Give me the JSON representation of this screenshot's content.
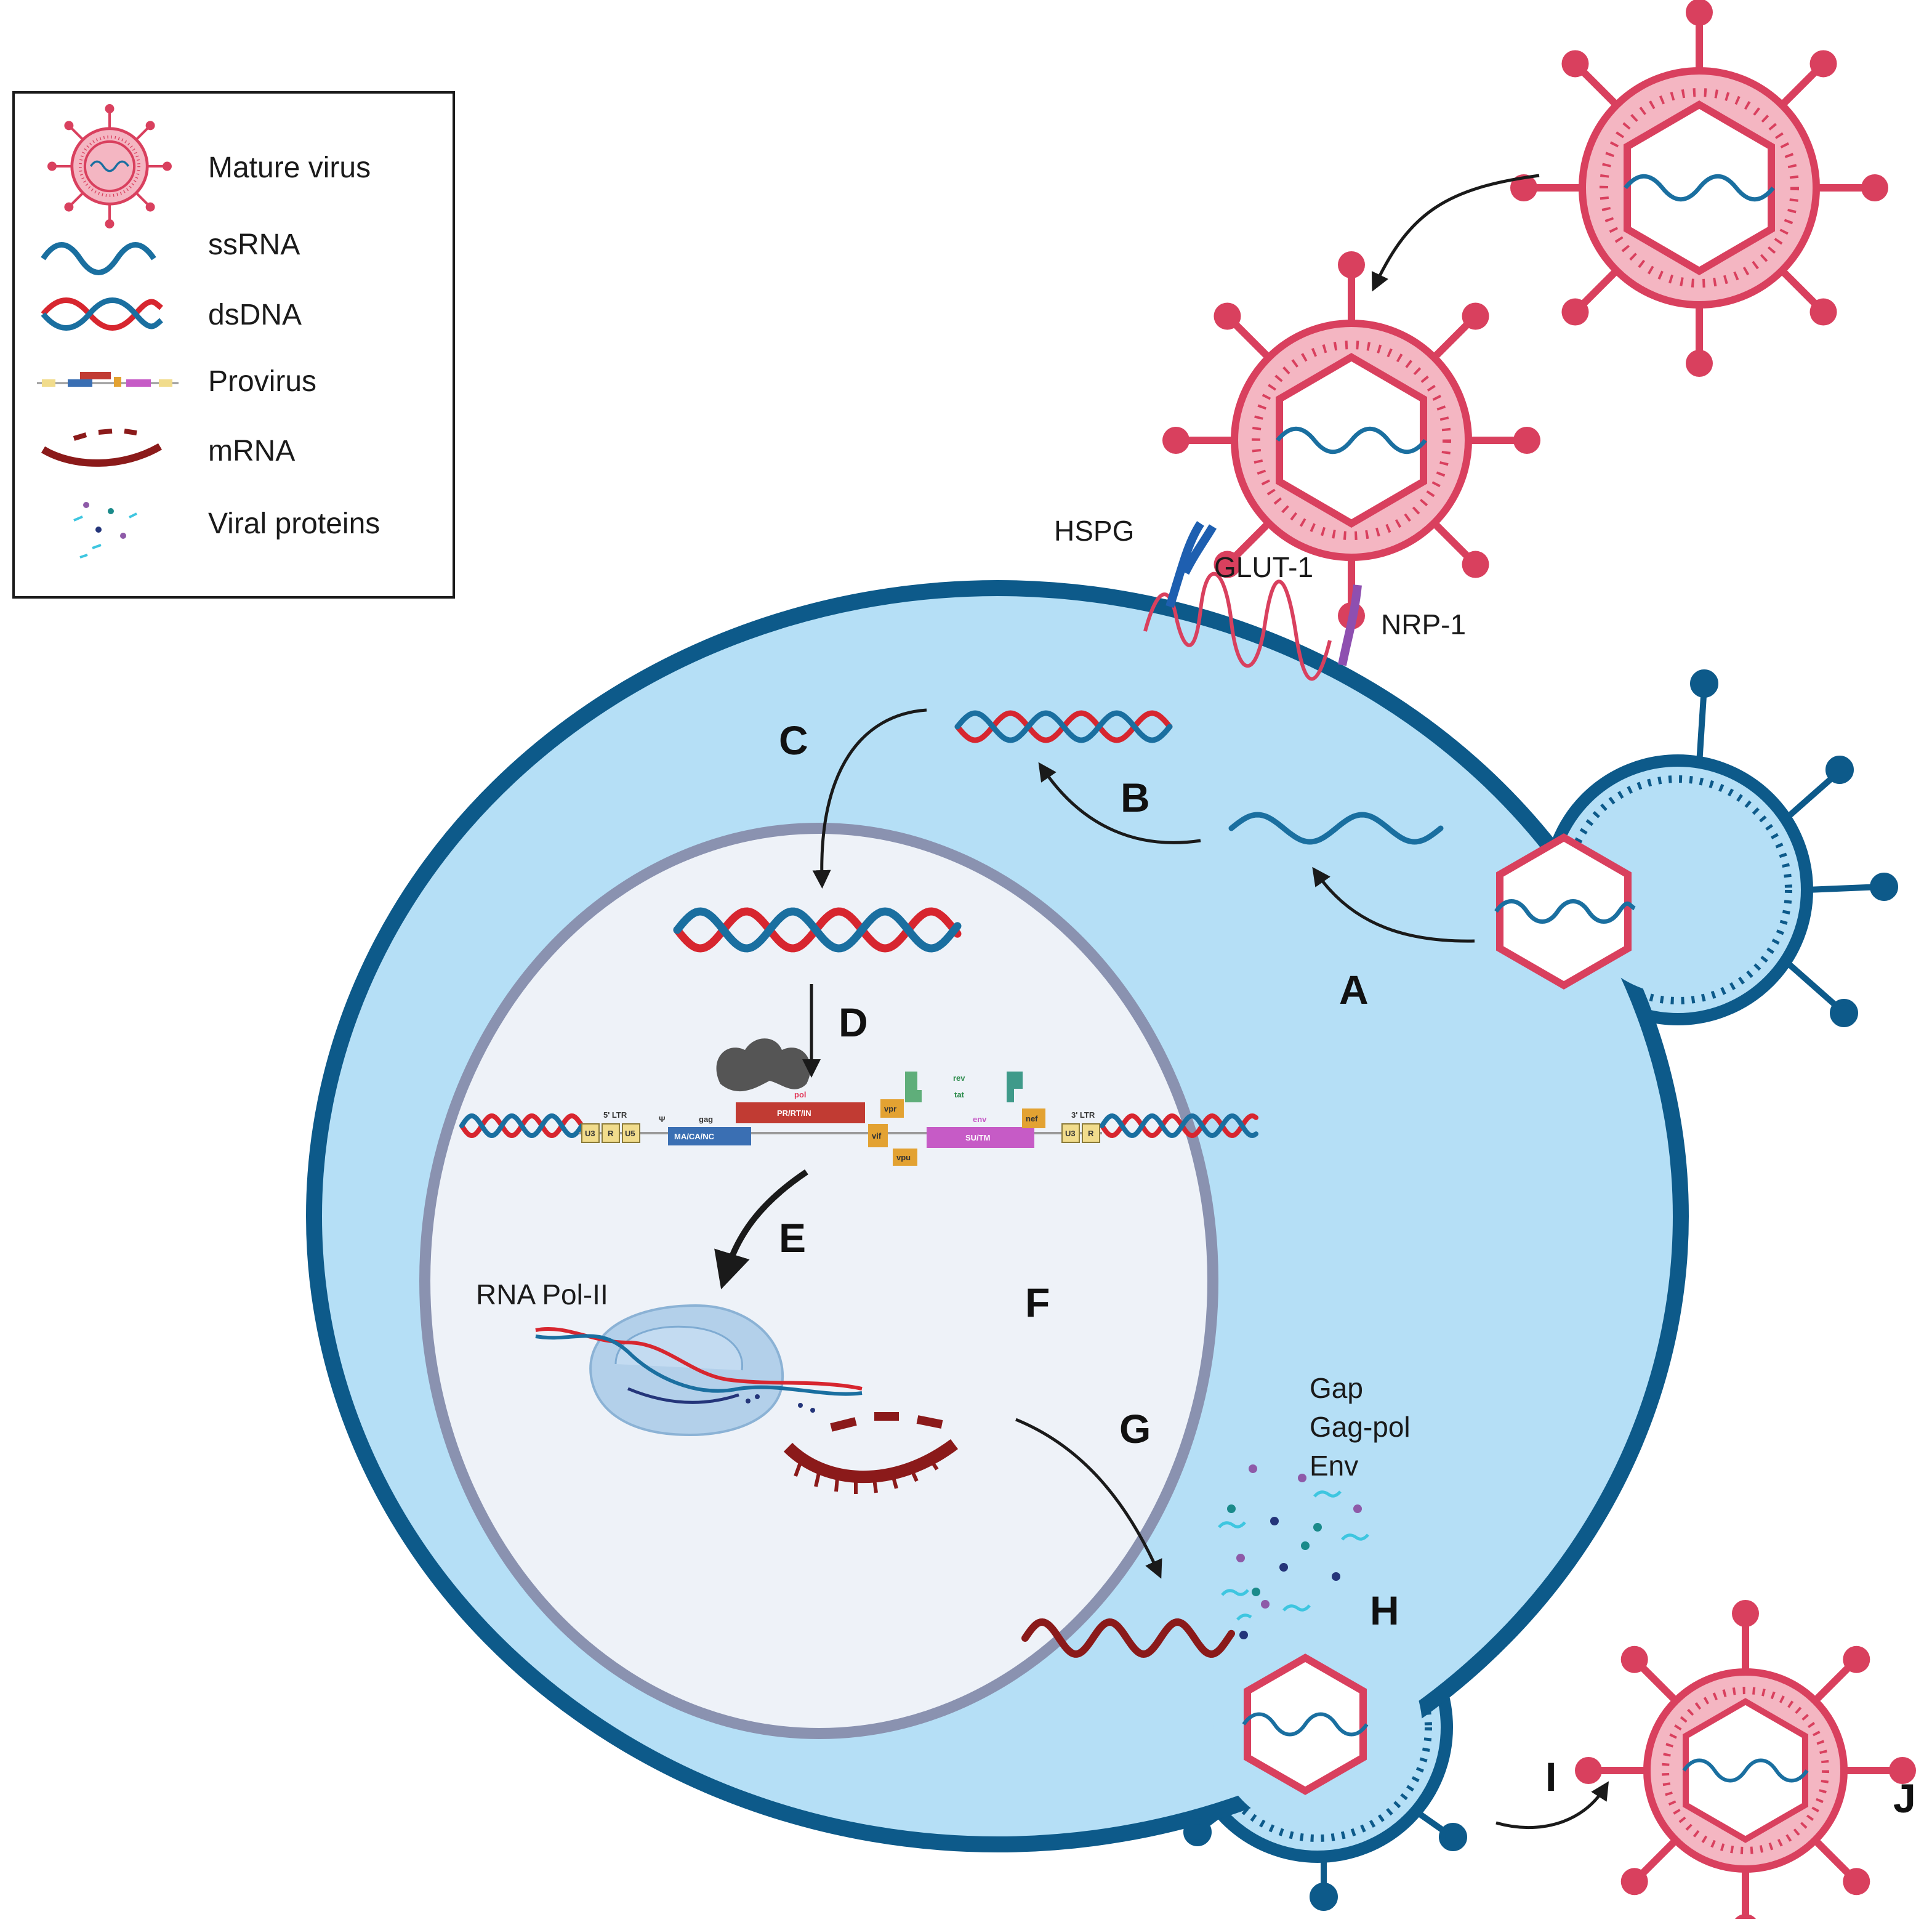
{
  "legend": {
    "items": [
      {
        "icon": "mature-virus-icon",
        "label": "Mature virus"
      },
      {
        "icon": "ssrna-icon",
        "label": "ssRNA"
      },
      {
        "icon": "dsdna-icon",
        "label": "dsDNA"
      },
      {
        "icon": "provirus-icon",
        "label": "Provirus"
      },
      {
        "icon": "mrna-icon",
        "label": "mRNA"
      },
      {
        "icon": "viral-proteins-icon",
        "label": "Viral proteins"
      }
    ]
  },
  "steps": {
    "a": "A",
    "b": "B",
    "c": "C",
    "d": "D",
    "e": "E",
    "f": "F",
    "g": "G",
    "h": "H",
    "i": "I",
    "j": "J"
  },
  "receptors": {
    "hspg": "HSPG",
    "glut1": "GLUT-1",
    "nrp1": "NRP-1"
  },
  "enzyme": {
    "rna_pol": "RNA Pol-II"
  },
  "proteins": {
    "gap": "Gap",
    "gag_pol": "Gag-pol",
    "env": "Env"
  },
  "provirus_genes": {
    "ltr5": "5' LTR",
    "u3": "U3",
    "r": "R",
    "u5": "U5",
    "psi": "Ψ",
    "gag": "gag",
    "ma_ca_nc": "MA/CA/NC",
    "pol": "pol",
    "pr_rt_in": "PR/RT/IN",
    "vpr": "vpr",
    "vif": "vif",
    "vpu": "vpu",
    "rev": "rev",
    "tat": "tat",
    "env": "env",
    "su_tm": "SU/TM",
    "nef": "nef",
    "ltr3": "3' LTR"
  },
  "colors": {
    "virus_pink": "#d9405e",
    "virus_fill": "#f4b6c2",
    "cell_fill": "#b5dff6",
    "membrane": "#0d5a8a",
    "nucleus_fill": "#eef2f8",
    "nucleus_border": "#8a92b0",
    "rna_blue": "#1a6fa0",
    "dna_red": "#d7262f",
    "mrna": "#8b1a1a"
  }
}
